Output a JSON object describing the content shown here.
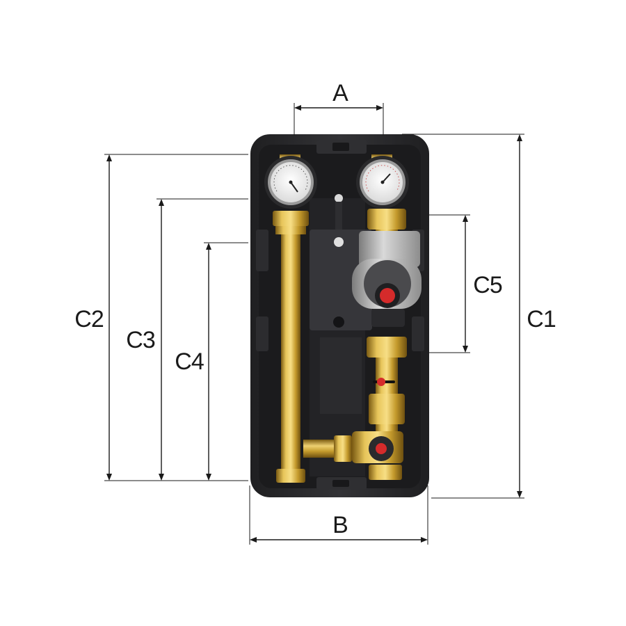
{
  "dimensions": {
    "A": "A",
    "B": "B",
    "C1": "C1",
    "C2": "C2",
    "C3": "C3",
    "C4": "C4",
    "C5": "C5"
  },
  "colors": {
    "insulation": "#2b2b2d",
    "insulation_inner": "#1e1e20",
    "brass": "#c9a233",
    "pump_silver": "#b4b4b4",
    "pump_red": "#d52b2b",
    "dimension_lines": "#1a1a1a"
  },
  "icons": [
    "thermometer-left-icon",
    "thermometer-right-icon",
    "circulation-pump-icon",
    "ball-valve-icon",
    "mixing-valve-icon"
  ]
}
